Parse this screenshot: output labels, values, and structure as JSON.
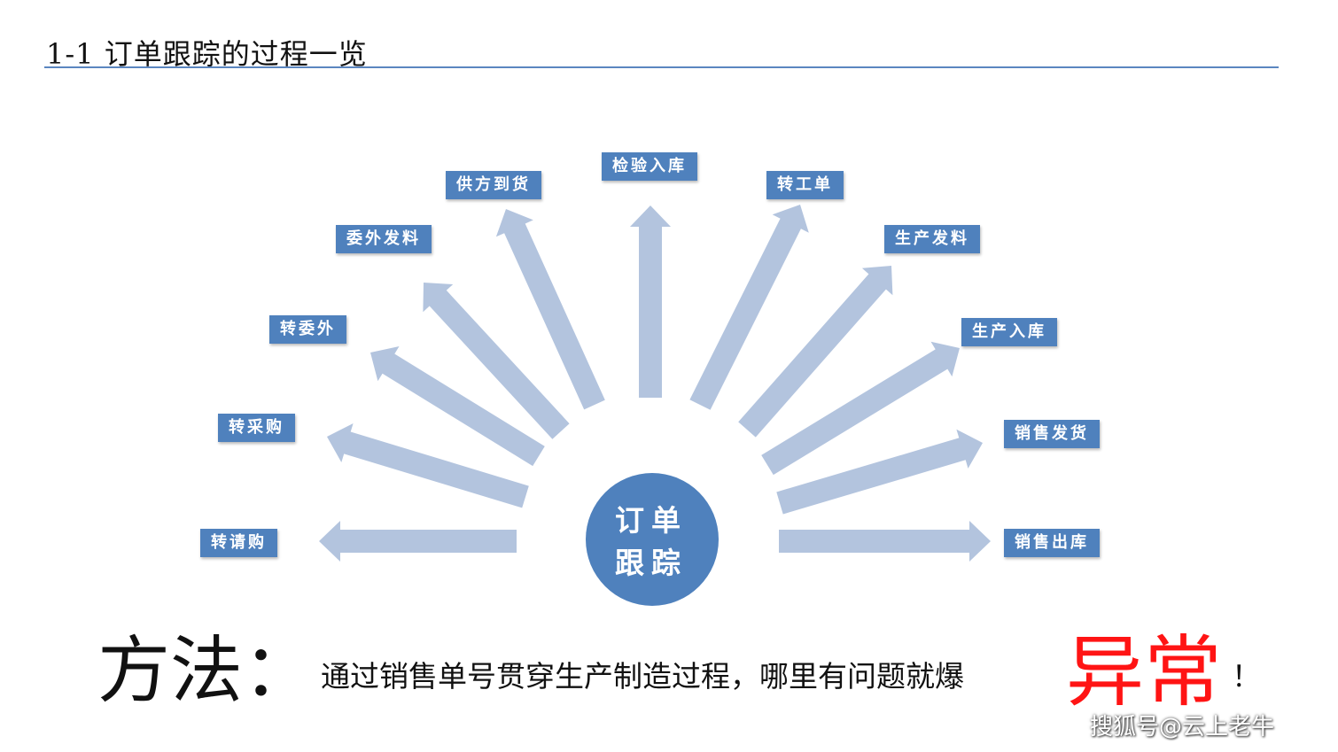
{
  "header": {
    "title": "1-1 订单跟踪的过程一览"
  },
  "center": {
    "line1": "订单",
    "line2": "跟踪"
  },
  "steps": [
    {
      "label": "转请购"
    },
    {
      "label": "转采购"
    },
    {
      "label": "转委外"
    },
    {
      "label": "委外发料"
    },
    {
      "label": "供方到货"
    },
    {
      "label": "检验入库"
    },
    {
      "label": "转工单"
    },
    {
      "label": "生产发料"
    },
    {
      "label": "生产入库"
    },
    {
      "label": "销售发货"
    },
    {
      "label": "销售出库"
    }
  ],
  "footer": {
    "method_label": "方法：",
    "method_text": "通过销售单号贯穿生产制造过程，哪里有问题就爆",
    "highlight": "异常",
    "exclaim": "！"
  },
  "watermark": "搜狐号@云上老牛",
  "colors": {
    "accent": "#4f81bd",
    "arrow": "#b3c4de",
    "highlight": "#ff1414",
    "rule": "#5b86c0"
  }
}
